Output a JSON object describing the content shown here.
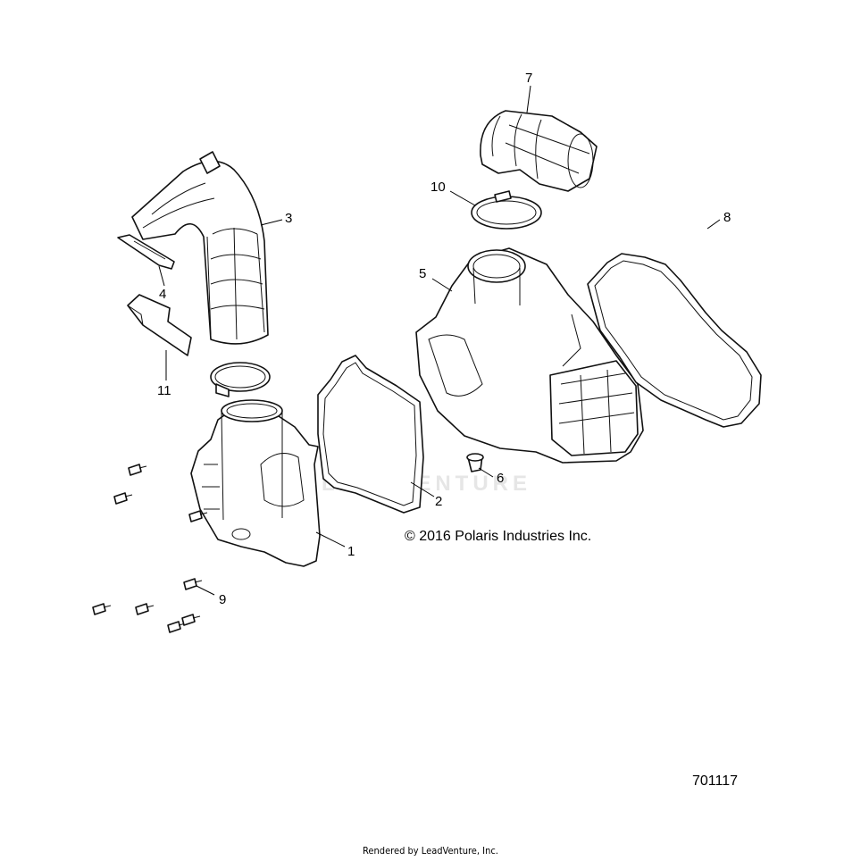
{
  "callouts": [
    {
      "label": "1"
    },
    {
      "label": "2"
    },
    {
      "label": "3"
    },
    {
      "label": "4"
    },
    {
      "label": "5"
    },
    {
      "label": "6"
    },
    {
      "label": "7"
    },
    {
      "label": "8"
    },
    {
      "label": "9"
    },
    {
      "label": "10"
    },
    {
      "label": "11"
    }
  ],
  "copyright": "© 2016 Polaris Industries Inc.",
  "figure_number": "701117",
  "footer": "Rendered by LeadVenture, Inc.",
  "watermark": "LEADVENTURE"
}
